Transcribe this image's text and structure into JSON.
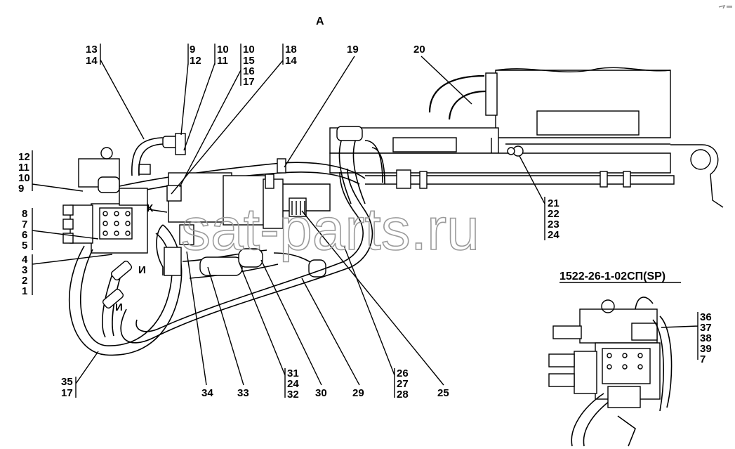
{
  "view_label": "А",
  "variant_title": "1522-26-1-02СП(SP)",
  "watermark": "sat-parts.ru",
  "top_right_icon": "small-arrow-icon",
  "callouts": {
    "c13_14": [
      "13",
      "14"
    ],
    "c9_12": [
      "9",
      "12"
    ],
    "c10_11": [
      "10",
      "11"
    ],
    "c10_15_16_17": [
      "10",
      "15",
      "16",
      "17"
    ],
    "c18_14": [
      "18",
      "14"
    ],
    "c19": "19",
    "c20": "20",
    "c21_24": [
      "21",
      "22",
      "23",
      "24"
    ],
    "left_top": [
      "12",
      "11",
      "10",
      "9"
    ],
    "left_mid": [
      "8",
      "7",
      "6",
      "5"
    ],
    "left_low": [
      "4",
      "3",
      "2",
      "1"
    ],
    "letter_k": "К",
    "letter_i1": "И",
    "letter_i2": "И",
    "c35_17": [
      "35",
      "17"
    ],
    "c34": "34",
    "c33": "33",
    "c31_24_32": [
      "31",
      "24",
      "32"
    ],
    "c30": "30",
    "c29": "29",
    "c26_27_28": [
      "26",
      "27",
      "28"
    ],
    "c25": "25",
    "inset_right": [
      "36",
      "37",
      "38",
      "39",
      "7"
    ]
  }
}
